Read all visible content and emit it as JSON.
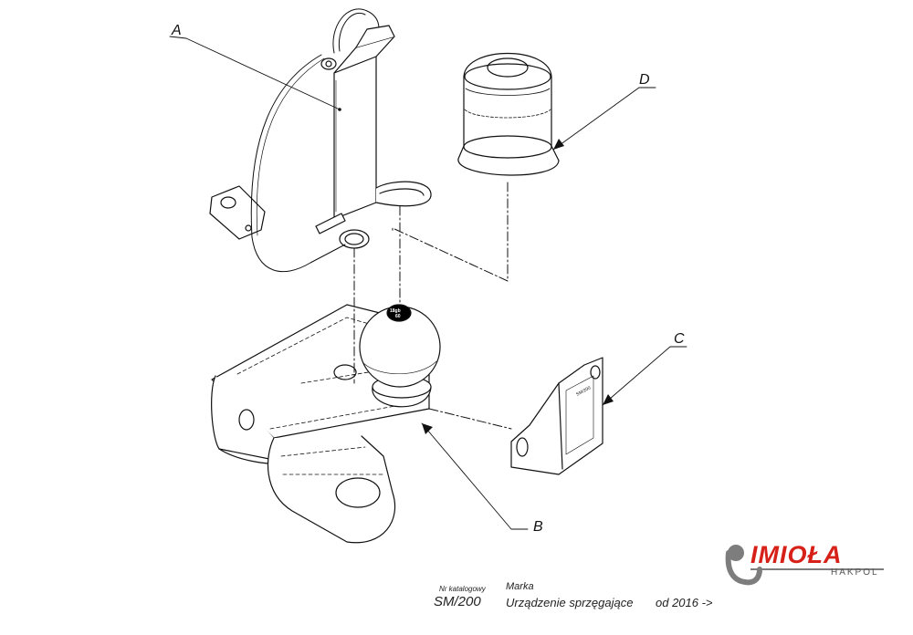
{
  "callouts": {
    "a": "A",
    "b": "B",
    "c": "C",
    "d": "D"
  },
  "ball_marking": {
    "line1": "18gb",
    "line2": "60"
  },
  "plate": {
    "model": "SM/200",
    "lines": [
      "",
      "",
      "",
      "",
      "",
      ""
    ]
  },
  "info": {
    "catalog_label": "Nr katalogowy",
    "brand_label": "Marka",
    "catalog_number": "SM/200",
    "device_name": "Urządzenie sprzęgające",
    "since": "od 2016 ->"
  },
  "logo": {
    "name": "IMIOŁA",
    "sub": "HAKPOL",
    "brand_color": "#d62018",
    "gray": "#7d7d7d"
  },
  "colors": {
    "line": "#111111",
    "fill": "#ffffff",
    "ball_top": "#000000"
  }
}
